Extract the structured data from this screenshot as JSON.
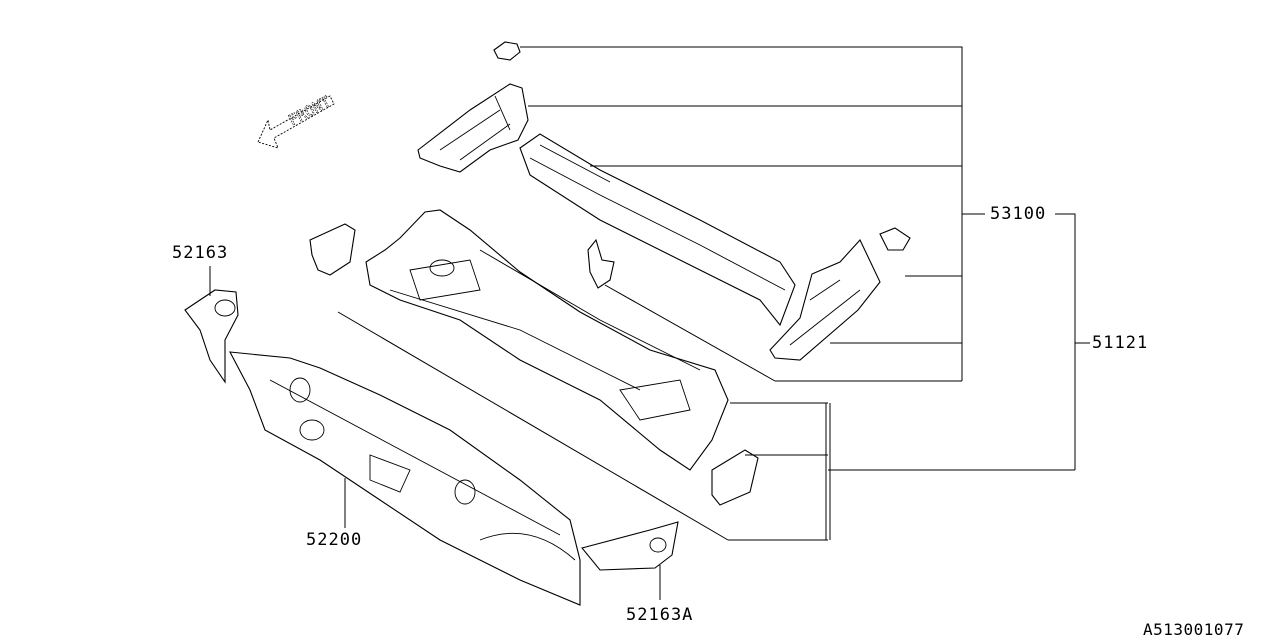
{
  "diagram": {
    "front_indicator": "FRONT",
    "part_numbers": {
      "p53100": "53100",
      "p51121": "51121",
      "p52163": "52163",
      "p52200": "52200",
      "p52163A": "52163A"
    },
    "drawing_id": "A513001077"
  }
}
